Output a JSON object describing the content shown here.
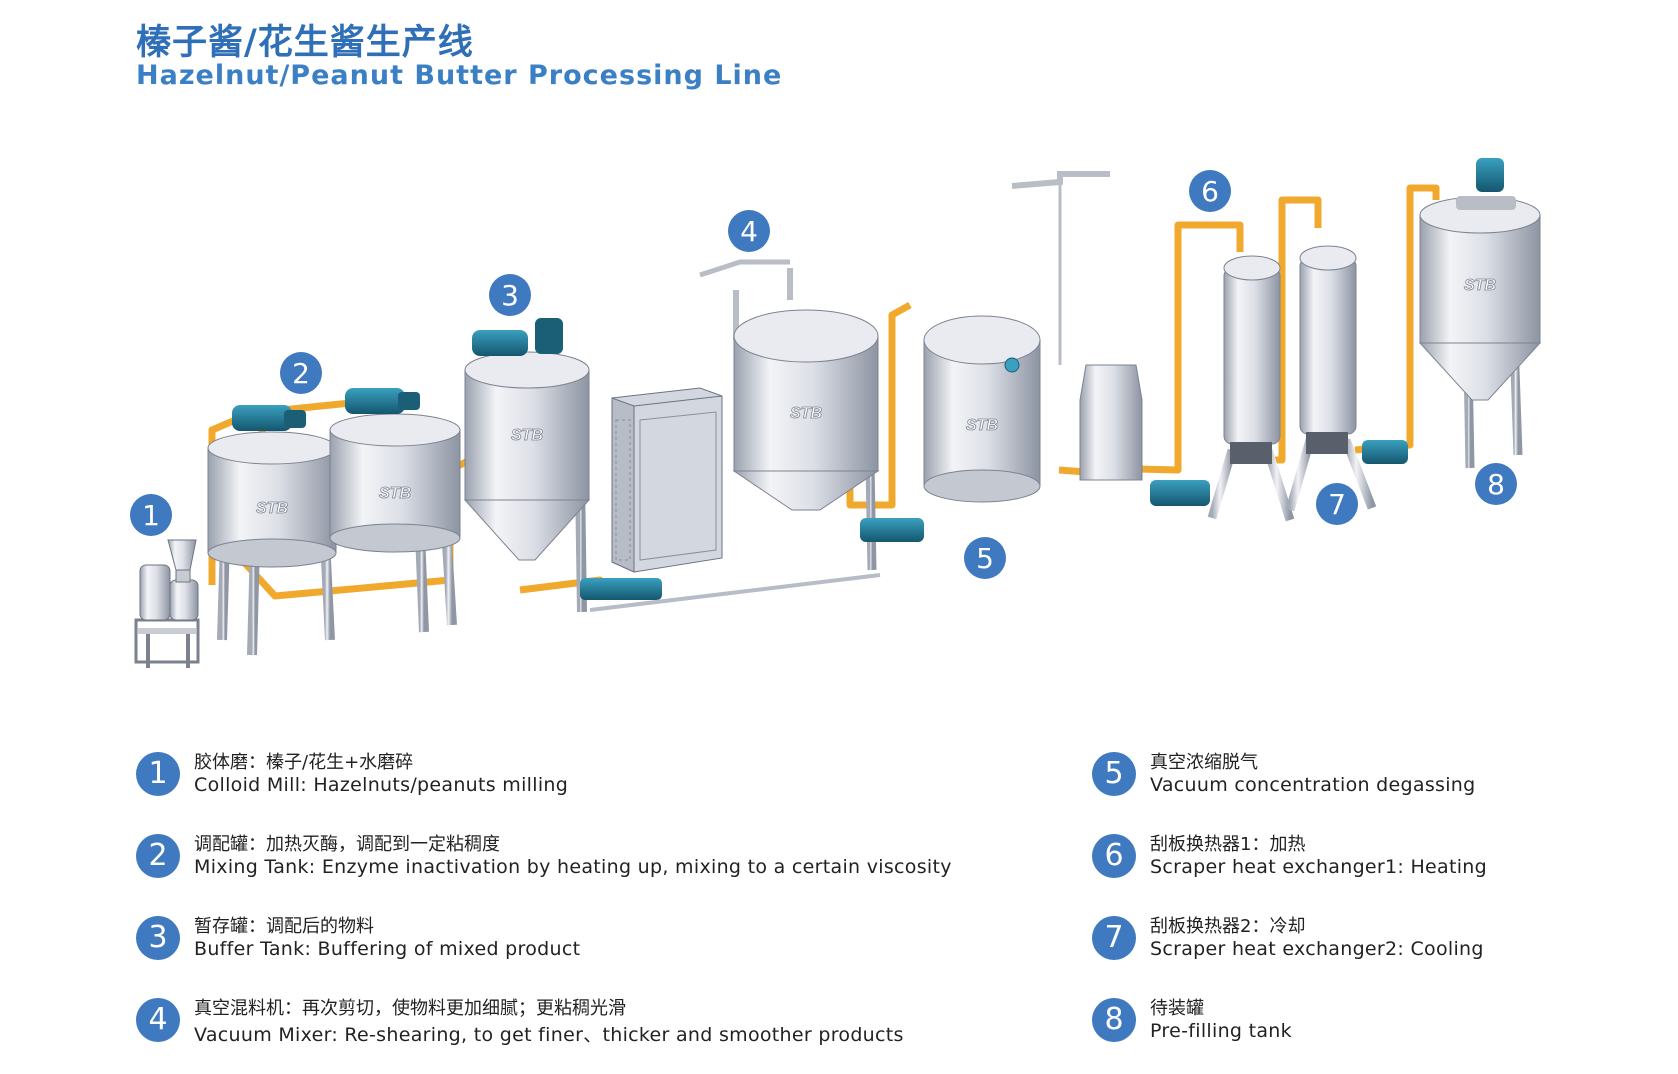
{
  "title": {
    "cn": "榛子酱/花生酱生产线",
    "en": "Hazelnut/Peanut Butter Processing Line"
  },
  "brand_mark": "STB",
  "badges": [
    "1",
    "2",
    "3",
    "4",
    "5",
    "6",
    "7",
    "8"
  ],
  "legend": [
    {
      "num": "1",
      "cn": "胶体磨：榛子/花生+水磨碎",
      "en": "Colloid Mill: Hazelnuts/peanuts milling"
    },
    {
      "num": "2",
      "cn": "调配罐：加热灭酶，调配到一定粘稠度",
      "en": "Mixing Tank: Enzyme inactivation by heating up, mixing to a certain viscosity"
    },
    {
      "num": "3",
      "cn": "暂存罐：调配后的物料",
      "en": "Buffer Tank: Buffering of mixed product"
    },
    {
      "num": "4",
      "cn": "真空混料机：再次剪切，使物料更加细腻；更粘稠光滑",
      "en": "Vacuum Mixer: Re-shearing, to get finer、thicker and smoother products"
    },
    {
      "num": "5",
      "cn": "真空浓缩脱气",
      "en": "Vacuum concentration degassing"
    },
    {
      "num": "6",
      "cn": "刮板换热器1：加热",
      "en": "Scraper heat exchanger1: Heating"
    },
    {
      "num": "7",
      "cn": "刮板换热器2：冷却",
      "en": "Scraper heat exchanger2: Cooling"
    },
    {
      "num": "8",
      "cn": "待装罐",
      "en": "Pre-filling tank"
    }
  ],
  "colors": {
    "accent_blue": "#3f79bf",
    "title_blue": "#2e6fb7",
    "pipe_orange": "#f1a92d",
    "tank_grey": "#d9dde6",
    "motor_teal": "#1f6f8b"
  }
}
